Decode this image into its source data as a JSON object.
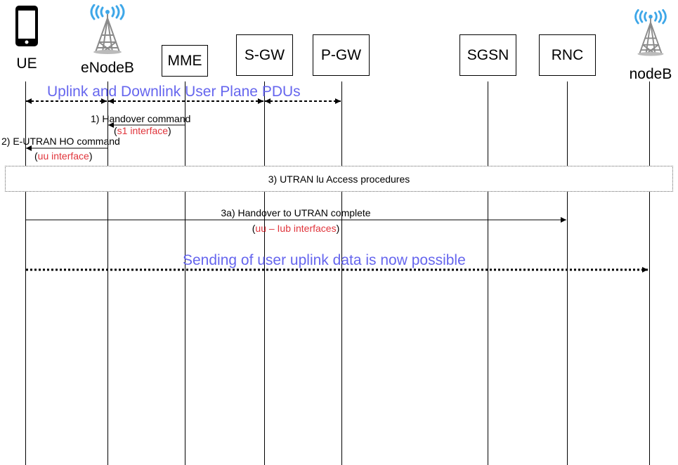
{
  "entities": {
    "ue": "UE",
    "enodeb": "eNodeB",
    "mme": "MME",
    "sgw": "S-GW",
    "pgw": "P-GW",
    "sgsn": "SGSN",
    "rnc": "RNC",
    "nodeb": "nodeB"
  },
  "banners": {
    "top": "Uplink and Downlink User Plane PDUs",
    "bottom": "Sending of user uplink data is now possible"
  },
  "messages": {
    "m1": {
      "label": "1) Handover command",
      "paren_open": "(",
      "interface": "s1 interface",
      "paren_close": ")"
    },
    "m2": {
      "label": "2) E-UTRAN HO command",
      "paren_open": "(",
      "interface": "uu interface",
      "paren_close": ")"
    },
    "m3": {
      "label": "3) UTRAN lu Access procedures"
    },
    "m3a": {
      "label": "3a) Handover to UTRAN complete",
      "paren_open": "(",
      "interface": "uu – Iub interfaces",
      "paren_close": ")"
    }
  },
  "colors": {
    "banner_text": "#6666ee",
    "interface_text": "#e0343b",
    "antenna_waves": "#3ea7e8",
    "tower": "#8a8a8a"
  },
  "icons": [
    "phone-icon",
    "antenna-tower-icon"
  ]
}
